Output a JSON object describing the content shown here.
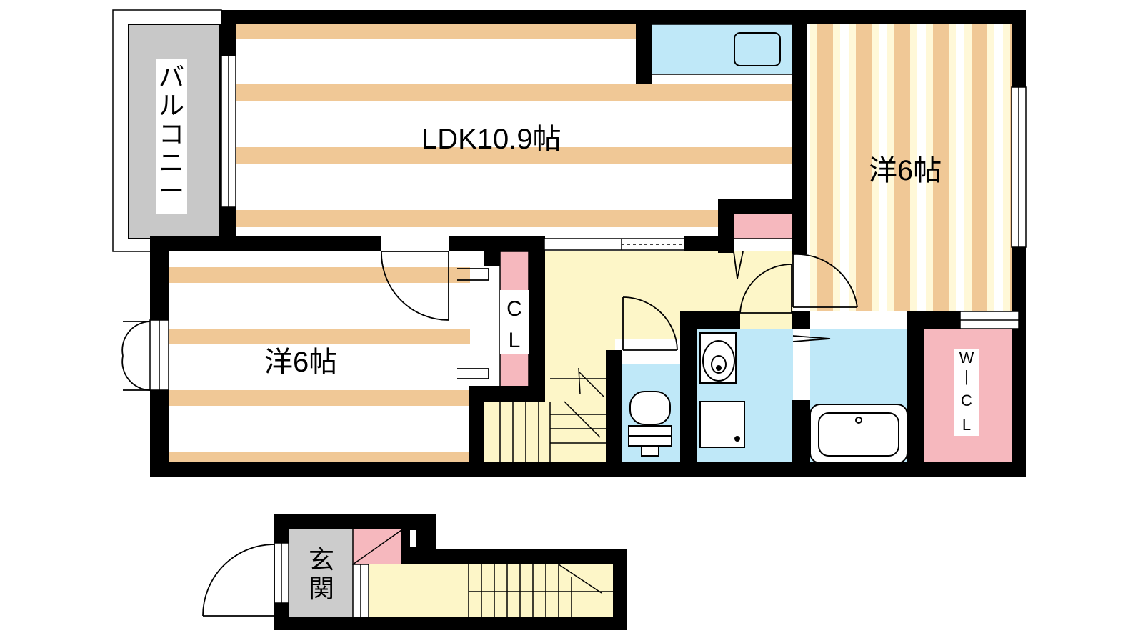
{
  "rooms": {
    "ldk": "LDK10.9帖",
    "western_right": "洋6帖",
    "western_left": "洋6帖",
    "balcony": "バルコニー",
    "closet": [
      "C",
      "L"
    ],
    "walk_in_closet": [
      "W",
      "|",
      "C",
      "L"
    ],
    "entrance": "玄関"
  },
  "colors": {
    "wall": "#000000",
    "stripe_orange": "#f0c896",
    "stripe_cream": "#fff8d8",
    "hall_yellow": "#fdf6c8",
    "water_blue": "#bfe8f8",
    "storage_pink": "#f6b8be",
    "balcony_gray": "#c8c8c8",
    "entrance_gray": "#cccccc"
  }
}
